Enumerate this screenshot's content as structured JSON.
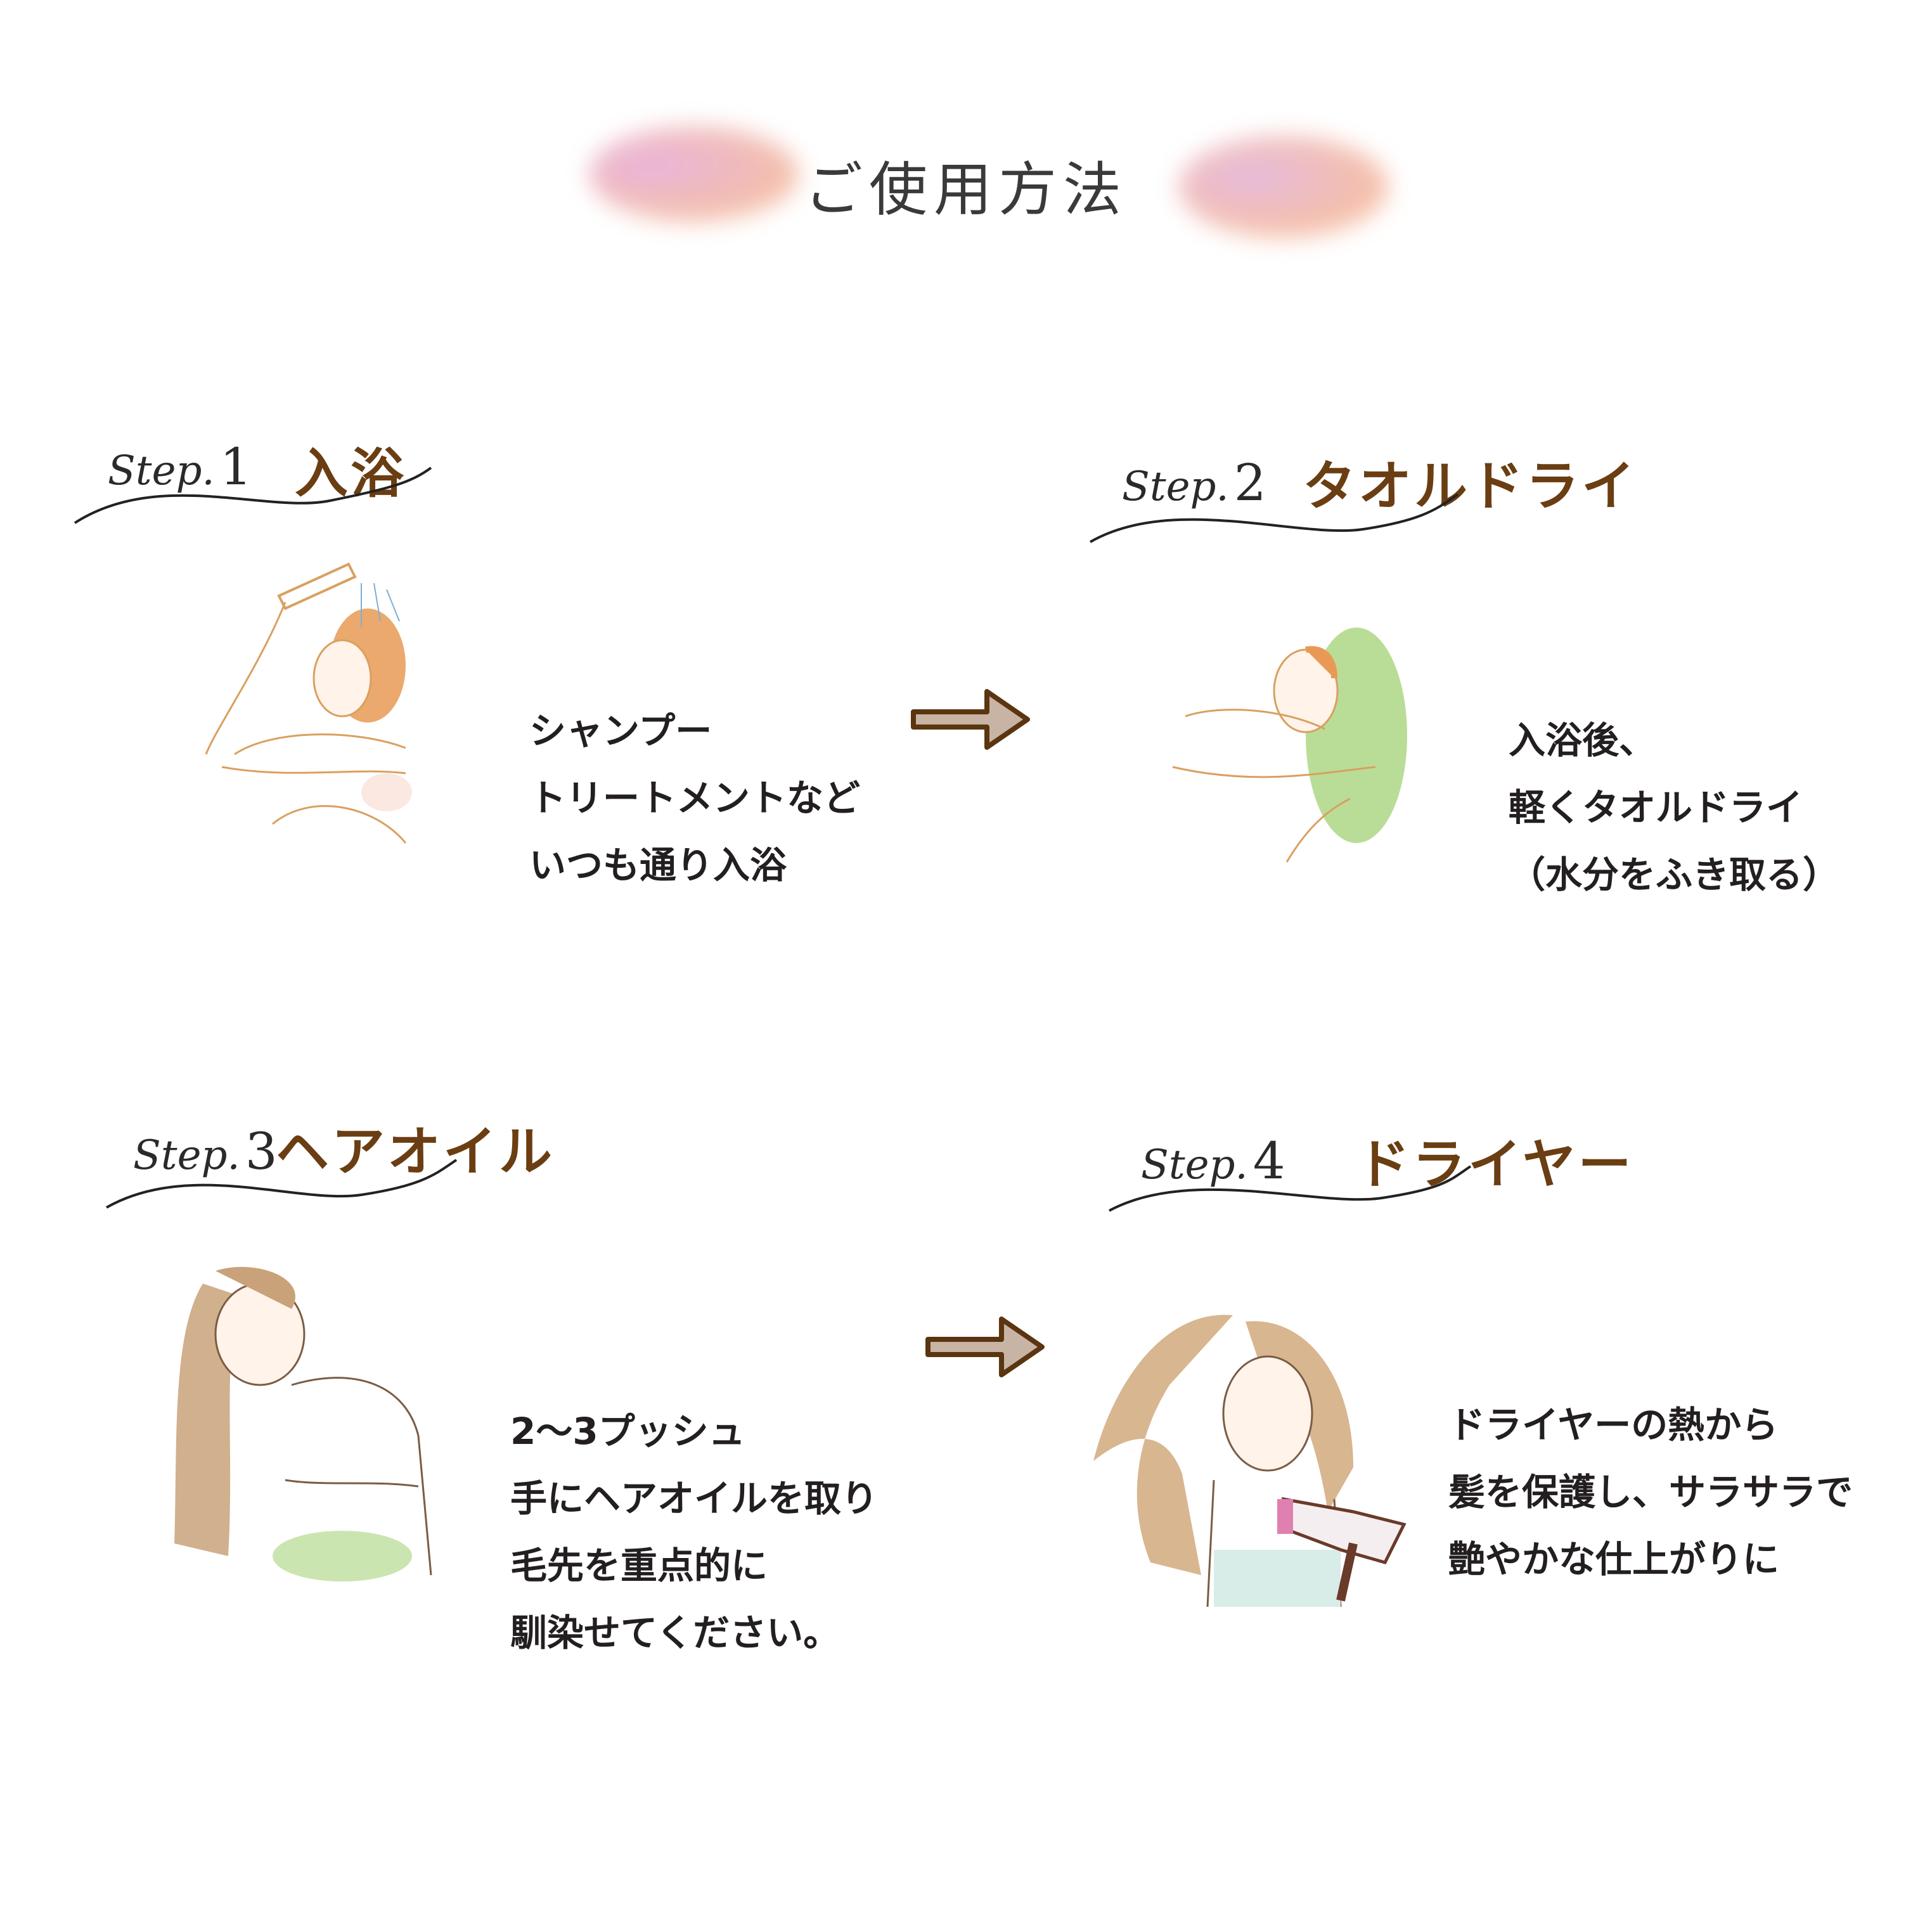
{
  "title": "ご使用方法",
  "steps": [
    {
      "label": "Step.",
      "number": "1",
      "title": "入浴",
      "lines": [
        "シャンプー",
        "トリートメントなど",
        "いつも通り入浴"
      ],
      "illustration": "woman-showering"
    },
    {
      "label": "Step.",
      "number": "2",
      "title": "タオルドライ",
      "lines": [
        "入浴後、",
        "軽くタオルドライ",
        "（水分をふき取る）"
      ],
      "illustration": "woman-towel-drying"
    },
    {
      "label": "Step.",
      "number": "3",
      "title": "ヘアオイル",
      "lines": [
        "2～3プッシュ",
        "手にヘアオイルを取り",
        "毛先を重点的に",
        "馴染せてください。"
      ],
      "illustration": "woman-applying-oil"
    },
    {
      "label": "Step.",
      "number": "4",
      "title": "ドライヤー",
      "lines": [
        "ドライヤーの熱から",
        "髪を保護し、サラサラで",
        "艶やかな仕上がりに"
      ],
      "illustration": "woman-hair-dryer"
    }
  ],
  "colors": {
    "title_text": "#3a3a3a",
    "step_title": "#6a3e12",
    "body_text": "#231f20",
    "arrow_border": "#5a3510",
    "arrow_fill": "#c8b4a4"
  }
}
